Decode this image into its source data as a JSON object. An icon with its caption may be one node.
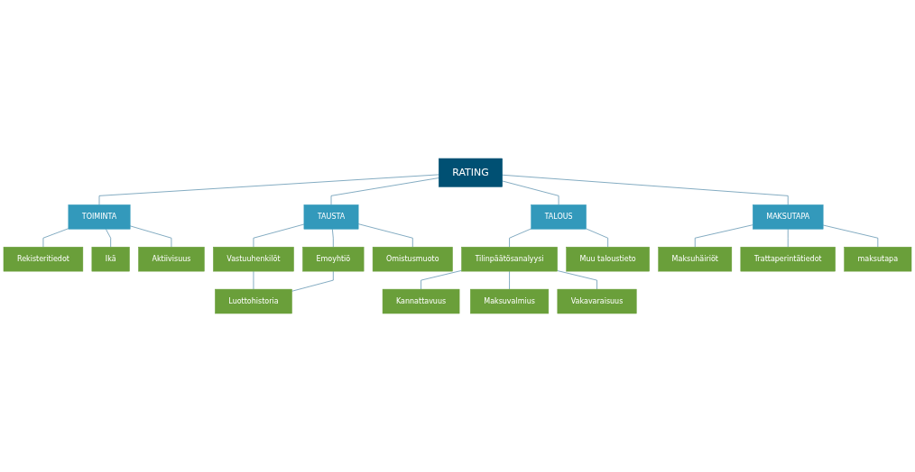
{
  "diagram": {
    "nodes": [
      {
        "text": [
          "RATING"
        ]
      },
      {
        "text": [
          "TOIMINTA"
        ]
      },
      {
        "text": [
          "TAUSTA"
        ]
      },
      {
        "text": [
          "TALOUS"
        ]
      },
      {
        "text": [
          "MAKSUTAPA"
        ]
      },
      {
        "text": [
          "Rekisteritiedot"
        ]
      },
      {
        "text": [
          "Ikä"
        ]
      },
      {
        "text": [
          "Aktiivisuus"
        ]
      },
      {
        "text": [
          "Vastuuhenkilöt"
        ]
      },
      {
        "text": [
          "Emoyhtiö"
        ]
      },
      {
        "text": [
          "Omistusmuoto"
        ]
      },
      {
        "text": [
          "Luottohistoria"
        ]
      },
      {
        "text": [
          "Kannattavuus"
        ]
      },
      {
        "text": [
          "Maksuvalmius"
        ]
      },
      {
        "text": [
          "Vakavaraisuus"
        ]
      },
      {
        "text": [
          "Tilinpäätösanalyysi"
        ]
      },
      {
        "text": [
          "Muu taloustieto"
        ]
      },
      {
        "text": [
          "Maksuhäiriöt"
        ]
      },
      {
        "text": [
          "Trattaperintätiedot"
        ]
      },
      {
        "text": [
          "maksutapa"
        ]
      }
    ],
    "edges": [
      {
        "from": 0,
        "to": 1,
        "arrow": "none"
      },
      {
        "from": 0,
        "to": 2,
        "arrow": "none"
      },
      {
        "from": 0,
        "to": 3,
        "arrow": "none"
      },
      {
        "from": 0,
        "to": 4,
        "arrow": "none"
      },
      {
        "from": 1,
        "to": 5,
        "arrow": "none"
      },
      {
        "from": 1,
        "to": 6,
        "arrow": "none"
      },
      {
        "from": 1,
        "to": 7,
        "arrow": "none"
      },
      {
        "from": 2,
        "to": 8,
        "arrow": "none"
      },
      {
        "from": 2,
        "to": 9,
        "arrow": "none"
      },
      {
        "from": 2,
        "to": 10,
        "arrow": "none"
      },
      {
        "from": 8,
        "to": 11,
        "arrow": "none"
      },
      {
        "from": 9,
        "to": 11,
        "arrow": "none"
      },
      {
        "from": 15,
        "to": 12,
        "arrow": "none"
      },
      {
        "from": 15,
        "to": 13,
        "arrow": "none"
      },
      {
        "from": 15,
        "to": 14,
        "arrow": "none"
      },
      {
        "from": 3,
        "to": 15,
        "arrow": "none"
      },
      {
        "from": 3,
        "to": 16,
        "arrow": "none"
      },
      {
        "from": 4,
        "to": 17,
        "arrow": "none"
      },
      {
        "from": 4,
        "to": 18,
        "arrow": "none"
      },
      {
        "from": 4,
        "to": 19,
        "arrow": "none"
      }
    ]
  }
}
